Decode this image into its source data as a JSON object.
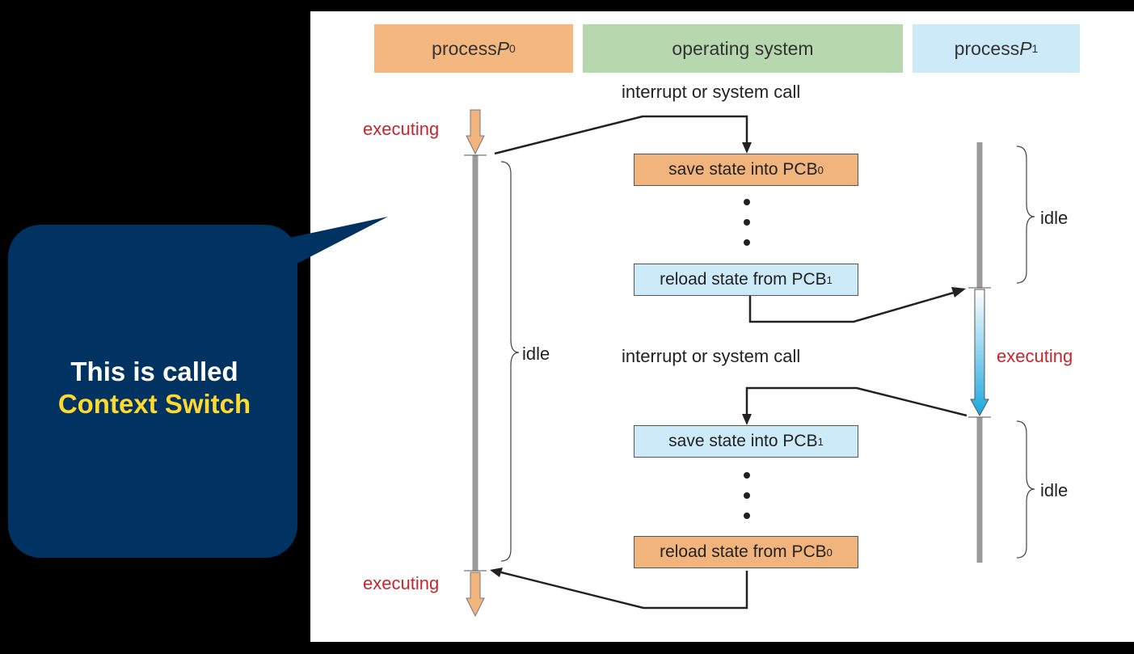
{
  "headers": {
    "p0": {
      "text": "process ",
      "var": "P",
      "sub": "0",
      "color": "#f4b77f"
    },
    "os": {
      "text": "operating system",
      "color": "#b7d8ae"
    },
    "p1": {
      "text": "process ",
      "var": "P",
      "sub": "1",
      "color": "#cdeaf8"
    }
  },
  "labels": {
    "interrupt_top": "interrupt or system call",
    "interrupt_mid": "interrupt or system call",
    "executing_p0_top": "executing",
    "executing_p0_bottom": "executing",
    "executing_p1": "executing",
    "idle_p0": "idle",
    "idle_p1_top": "idle",
    "idle_p1_bottom": "idle"
  },
  "boxes": {
    "save0": {
      "text": "save state into PCB",
      "sub": "0"
    },
    "reload1": {
      "text": "reload state from PCB",
      "sub": "1"
    },
    "save1": {
      "text": "save state into PCB",
      "sub": "1"
    },
    "reload0": {
      "text": "reload state from PCB",
      "sub": "0"
    }
  },
  "callout": {
    "line1": "This is called",
    "line2": "Context Switch",
    "bg": "#003262",
    "highlight": "#ffd92e"
  }
}
